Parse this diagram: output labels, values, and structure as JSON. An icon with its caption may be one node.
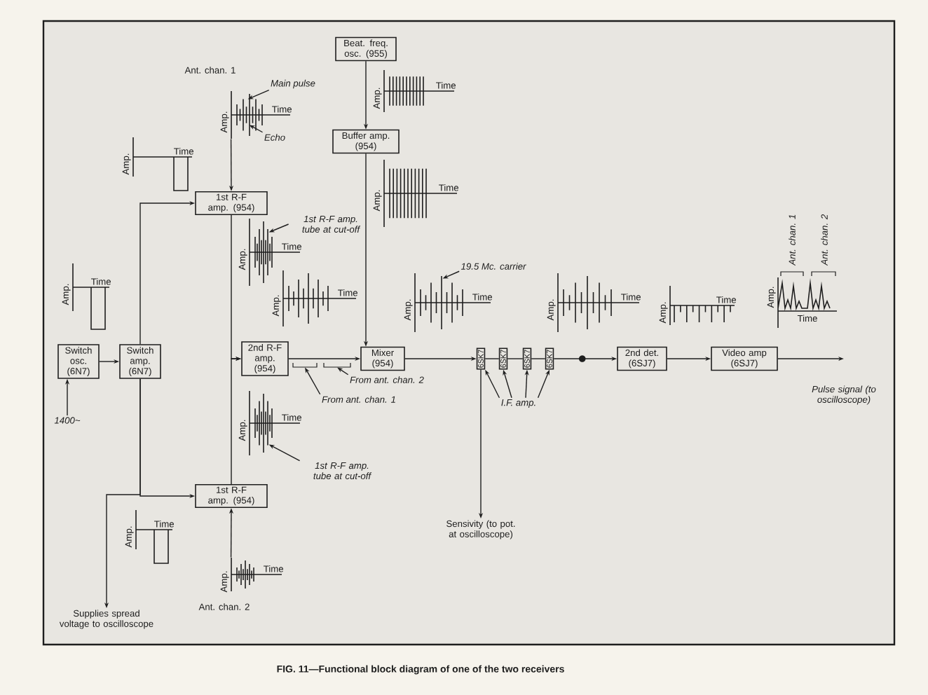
{
  "diagram": {
    "caption": "FIG. 11—Functional block diagram of one of the two receivers",
    "nodes": [
      {
        "text": [
          "Beat. freq. osc. (955)"
        ]
      },
      {
        "text": [
          "Buffer amp. (954)"
        ]
      },
      {
        "text": [
          "1st R-F amp. (954)"
        ]
      },
      {
        "text": [
          "Switch osc. (6N7)"
        ]
      },
      {
        "text": [
          "Switch amp. (6N7)"
        ]
      },
      {
        "text": [
          "2nd R-F amp. (954)"
        ]
      },
      {
        "text": [
          "Mixer (954)"
        ]
      },
      {
        "text": [
          "6SK7"
        ]
      },
      {
        "text": [
          "6SK7"
        ]
      },
      {
        "text": [
          "6SK7"
        ]
      },
      {
        "text": [
          "6SK7"
        ]
      },
      {
        "text": [
          "2nd det. (6SJ7)"
        ]
      },
      {
        "text": [
          "Video amp (6SJ7)"
        ]
      },
      {
        "text": [
          "1st R-F amp. (954)"
        ]
      },
      {
        "text": [
          "Supplies spread voltage to oscilloscope"
        ]
      },
      {
        "text": [
          "Sensivity (to pot. at oscilloscope)"
        ]
      },
      {
        "text": [
          "1400~"
        ]
      },
      {
        "text": [
          "Main pulse"
        ]
      },
      {
        "text": [
          "Echo"
        ]
      },
      {
        "text": [
          "1st R-F amp. tube at cut-off"
        ]
      },
      {
        "text": [
          "19.5 Mc. carrier"
        ]
      },
      {
        "text": [
          "From ant. chan. 2"
        ]
      },
      {
        "text": [
          "From ant. chan. 1"
        ]
      },
      {
        "text": [
          "1st R-F amp. tube at cut-off"
        ]
      },
      {
        "text": [
          "I.F. amp."
        ]
      },
      {
        "text": [
          "Pulse signal (to oscilloscope)"
        ]
      },
      {
        "text": [],
        "shape": "waveform"
      },
      {
        "text": [],
        "shape": "waveform"
      },
      {
        "text": [],
        "shape": "waveform"
      },
      {
        "text": [],
        "shape": "waveform"
      },
      {
        "text": [],
        "shape": "waveform"
      },
      {
        "text": [],
        "shape": "bracket"
      },
      {
        "text": [],
        "shape": "bracket"
      }
    ],
    "edges": [
      {
        "from": 0,
        "to": 1,
        "arrow": "to"
      },
      {
        "from": 1,
        "to": 6,
        "arrow": "to"
      },
      {
        "from": 3,
        "to": 4,
        "arrow": "to"
      },
      {
        "from": 4,
        "to": 2,
        "arrow": "to"
      },
      {
        "from": 4,
        "to": 13,
        "arrow": "to"
      },
      {
        "from": 4,
        "to": 14,
        "arrow": "to"
      },
      {
        "from": 2,
        "to": 5,
        "arrow": "to"
      },
      {
        "from": 13,
        "to": 5,
        "arrow": "to"
      },
      {
        "from": 5,
        "to": 6,
        "arrow": "to"
      },
      {
        "from": 6,
        "to": 7,
        "arrow": "to"
      },
      {
        "from": 7,
        "to": 8,
        "arrow": "none"
      },
      {
        "from": 8,
        "to": 9,
        "arrow": "none"
      },
      {
        "from": 9,
        "to": 10,
        "arrow": "none"
      },
      {
        "from": 10,
        "to": 11,
        "arrow": "to"
      },
      {
        "from": 11,
        "to": 12,
        "arrow": "to"
      },
      {
        "from": 12,
        "to": 25,
        "arrow": "to"
      },
      {
        "from": 7,
        "to": 15,
        "arrow": "to"
      },
      {
        "from": 26,
        "to": 2,
        "arrow": "to"
      },
      {
        "from": 30,
        "to": 13,
        "arrow": "to"
      },
      {
        "from": 16,
        "to": 3,
        "arrow": "to"
      },
      {
        "from": 17,
        "to": 26,
        "arrow": "to"
      },
      {
        "from": 18,
        "to": 26,
        "arrow": "to"
      },
      {
        "from": 19,
        "to": 27,
        "arrow": "to"
      },
      {
        "from": 20,
        "to": 28,
        "arrow": "to"
      },
      {
        "from": 21,
        "to": 32,
        "arrow": "to"
      },
      {
        "from": 22,
        "to": 31,
        "arrow": "to"
      },
      {
        "from": 23,
        "to": 29,
        "arrow": "to"
      },
      {
        "from": 24,
        "to": 7,
        "arrow": "to"
      },
      {
        "from": 24,
        "to": 8,
        "arrow": "to"
      },
      {
        "from": 24,
        "to": 9,
        "arrow": "to"
      },
      {
        "from": 24,
        "to": 10,
        "arrow": "to"
      }
    ],
    "labels": [
      "Ant. chan. 1",
      "Amp.",
      "Time",
      "Amp.",
      "Time",
      "Amp.",
      "Time",
      "Amp.",
      "Time",
      "Amp.",
      "Time",
      "Amp.",
      "Time",
      "Amp.",
      "Time",
      "Amp.",
      "Time",
      "Amp.",
      "Time",
      "Amp.",
      "Time",
      "Amp.",
      "Time",
      "Amp.",
      "Time",
      "Amp.",
      "Time",
      "Amp.",
      "Time",
      "Ant. chan. 1",
      "Ant. chan. 2",
      "Ant. chan. 2"
    ]
  }
}
